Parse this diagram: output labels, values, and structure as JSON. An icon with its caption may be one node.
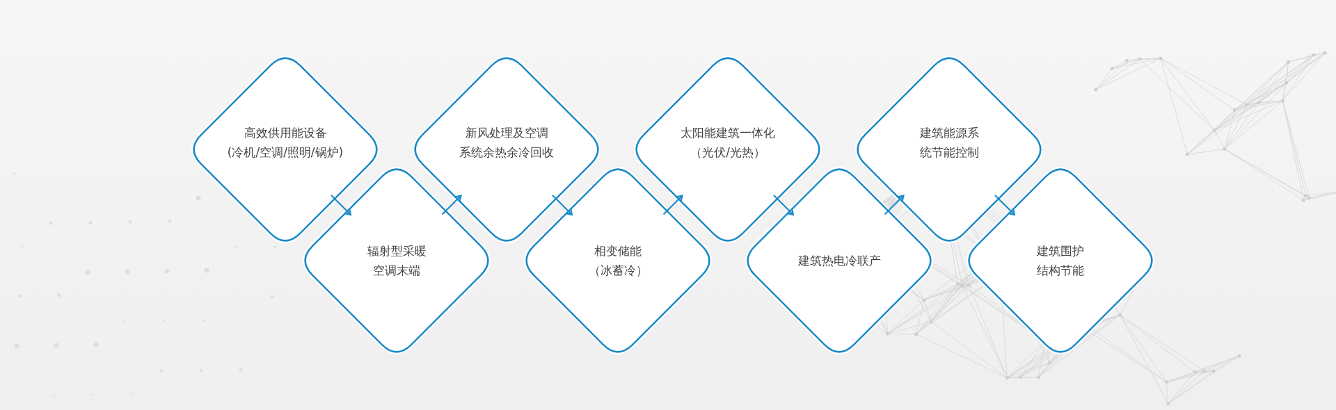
{
  "diagram": {
    "nodes": [
      {
        "text": [
          "高效供用能设备(冷机/空调/照明/锅炉)"
        ]
      },
      {
        "text": [
          "辐射型采暖空调末端"
        ]
      },
      {
        "text": [
          "新风处理及空调系统余热余冷回收"
        ]
      },
      {
        "text": [
          "相变储能（冰蓄冷）"
        ]
      },
      {
        "text": [
          "太阳能建筑一体化（光伏/光热）"
        ]
      },
      {
        "text": [
          "建筑热电冷联产"
        ]
      },
      {
        "text": [
          "建筑能源系统节能控制"
        ]
      },
      {
        "text": [
          "建筑围护结构节能"
        ]
      }
    ],
    "edges": [
      {
        "from": 0,
        "to": 1,
        "arrow": "to"
      },
      {
        "from": 1,
        "to": 2,
        "arrow": "to"
      },
      {
        "from": 2,
        "to": 3,
        "arrow": "to"
      },
      {
        "from": 3,
        "to": 4,
        "arrow": "to"
      },
      {
        "from": 4,
        "to": 5,
        "arrow": "to"
      },
      {
        "from": 5,
        "to": 6,
        "arrow": "to"
      },
      {
        "from": 6,
        "to": 7,
        "arrow": "to"
      }
    ]
  }
}
